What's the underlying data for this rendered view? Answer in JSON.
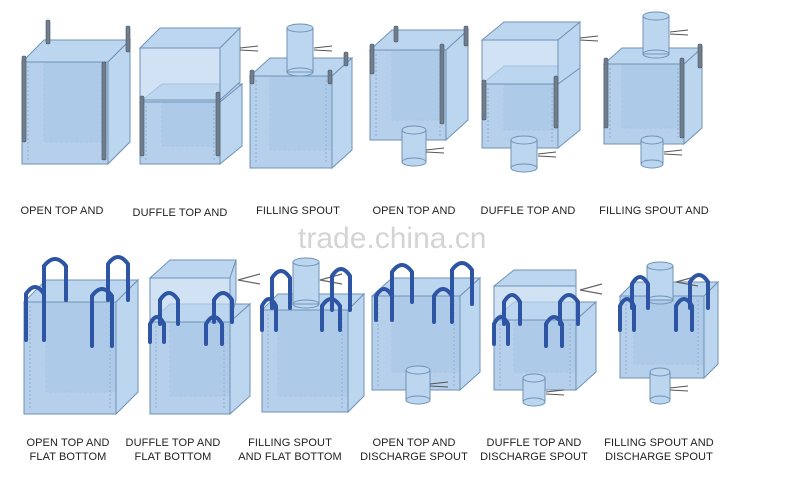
{
  "watermark": "trade.china.cn",
  "colors": {
    "fill": "#bcd6ef",
    "fill_front": "#a9c8e8",
    "edge": "#6f92b7",
    "dash": "#8fb0d0",
    "loop": "#2d55a4",
    "caption": "#222222"
  },
  "top_row": [
    {
      "name": "open-top",
      "caption": [
        "OPEN TOP AND"
      ]
    },
    {
      "name": "duffle-top",
      "caption": [
        "DUFFLE TOP AND"
      ]
    },
    {
      "name": "filling-spout",
      "caption": [
        "FILLING SPOUT"
      ]
    },
    {
      "name": "open-top-discharge",
      "caption": [
        "OPEN TOP AND"
      ]
    },
    {
      "name": "duffle-top-discharge",
      "caption": [
        "DUFFLE TOP AND"
      ]
    },
    {
      "name": "filling-spout-discharge",
      "caption": [
        "FILLING SPOUT AND"
      ]
    }
  ],
  "bottom_row": [
    {
      "name": "open-top-flat-bottom",
      "caption": [
        "OPEN TOP AND",
        "FLAT BOTTOM"
      ]
    },
    {
      "name": "duffle-top-flat-bottom",
      "caption": [
        "DUFFLE TOP AND",
        "FLAT BOTTOM"
      ]
    },
    {
      "name": "filling-spout-flat-bottom",
      "caption": [
        "FILLING SPOUT",
        "AND FLAT BOTTOM"
      ]
    },
    {
      "name": "open-top-discharge-spout",
      "caption": [
        "OPEN TOP AND",
        "DISCHARGE SPOUT"
      ]
    },
    {
      "name": "duffle-top-discharge-spout",
      "caption": [
        "DUFFLE TOP AND",
        "DISCHARGE SPOUT"
      ]
    },
    {
      "name": "filling-spout-discharge-spout",
      "caption": [
        "FILLING SPOUT AND",
        "DISCHARGE SPOUT"
      ]
    }
  ]
}
